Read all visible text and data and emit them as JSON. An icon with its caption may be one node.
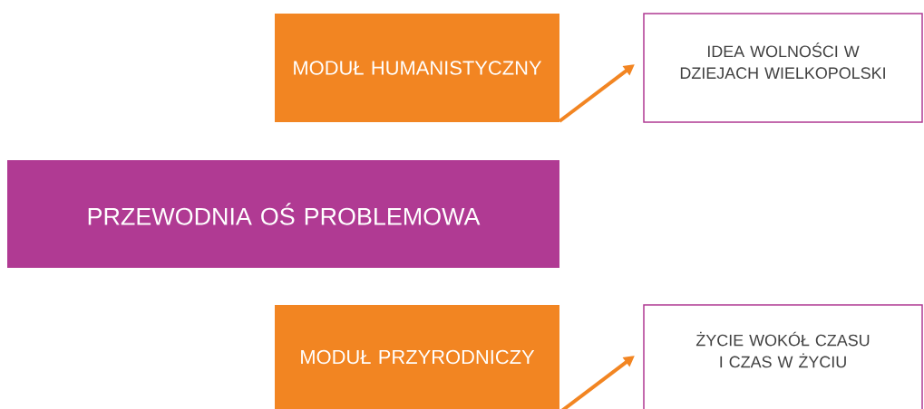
{
  "diagram": {
    "nodes": [
      {
        "text": [
          "MODUŁ HUMANISTYCZNY"
        ]
      },
      {
        "text": [
          "IDEA WOLNOŚCI W DZIEJACH WIELKOPOLSKI"
        ]
      },
      {
        "text": [
          "PRZEWODNIA OŚ PROBLEMOWA"
        ]
      },
      {
        "text": [
          "MODUŁ PRZYRODNICZY"
        ]
      },
      {
        "text": [
          "ŻYCIE WOKÓŁ CZASU I CZAS W ŻYCIU"
        ]
      }
    ],
    "edges": [
      {
        "from": 0,
        "to": 1,
        "arrow": "to"
      },
      {
        "from": 3,
        "to": 4,
        "arrow": "to"
      }
    ]
  }
}
